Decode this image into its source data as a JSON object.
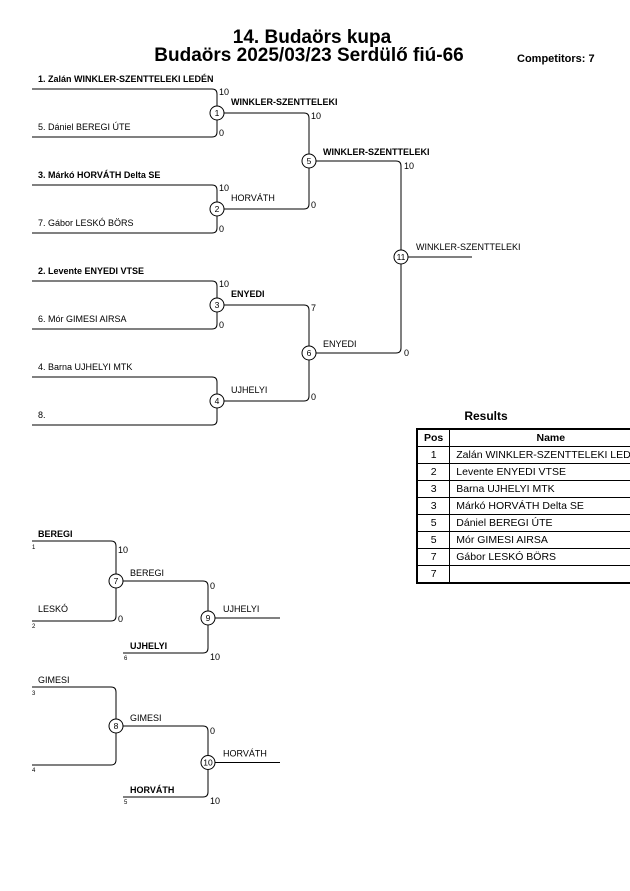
{
  "title": {
    "line1": "14. Budaörs kupa",
    "line2": "Budaörs 2025/03/23 Serdülő fiú-66",
    "competitors": "Competitors: 7"
  },
  "entrants": [
    "1. Zalán WINKLER-SZENTTELEKI LEDÉN",
    "5. Dániel BEREGI ÚTE",
    "3. Márkó HORVÁTH Delta SE",
    "7. Gábor LESKÓ BÖRS",
    "2. Levente ENYEDI VTSE",
    "6. Mór GIMESI AIRSA",
    "4. Barna UJHELYI MTK",
    "8."
  ],
  "main_matches": [
    {
      "num": "1",
      "winner": "WINKLER-SZENTTELEKI",
      "score_top": "10",
      "score_bottom": "0"
    },
    {
      "num": "2",
      "winner": "HORVÁTH",
      "score_top": "10",
      "score_bottom": "0"
    },
    {
      "num": "3",
      "winner": "ENYEDI",
      "score_top": "10",
      "score_bottom": "0"
    },
    {
      "num": "4",
      "winner": "UJHELYI",
      "score_top": "",
      "score_bottom": ""
    },
    {
      "num": "5",
      "winner": "WINKLER-SZENTTELEKI",
      "score_top": "10",
      "score_bottom": "0"
    },
    {
      "num": "6",
      "winner": "ENYEDI",
      "score_top": "7",
      "score_bottom": "0"
    },
    {
      "num": "11",
      "winner": "WINKLER-SZENTTELEKI",
      "score_top": "10",
      "score_bottom": "0"
    }
  ],
  "repechage": [
    {
      "top_name": "BEREGI",
      "top_seed": "1",
      "bottom_name": "LESKÓ",
      "bottom_seed": "2",
      "first_match": {
        "num": "7",
        "winner": "BEREGI",
        "score_top": "10",
        "score_bottom": "0"
      },
      "third_name": "UJHELYI",
      "third_seed": "6",
      "final_match": {
        "num": "9",
        "winner": "UJHELYI",
        "score_top": "0",
        "score_bottom": "10"
      }
    },
    {
      "top_name": "GIMESI",
      "top_seed": "3",
      "bottom_name": "",
      "bottom_seed": "4",
      "first_match": {
        "num": "8",
        "winner": "GIMESI",
        "score_top": "",
        "score_bottom": ""
      },
      "third_name": "HORVÁTH",
      "third_seed": "5",
      "final_match": {
        "num": "10",
        "winner": "HORVÁTH",
        "score_top": "0",
        "score_bottom": "10"
      }
    }
  ],
  "results": {
    "title": "Results",
    "headers": [
      "Pos",
      "Name"
    ],
    "rows": [
      {
        "pos": "1",
        "name": "Zalán WINKLER-SZENTTELEKI LEDÉN"
      },
      {
        "pos": "2",
        "name": "Levente ENYEDI VTSE"
      },
      {
        "pos": "3",
        "name": "Barna UJHELYI MTK"
      },
      {
        "pos": "3",
        "name": "Márkó HORVÁTH Delta SE"
      },
      {
        "pos": "5",
        "name": "Dániel BEREGI ÚTE"
      },
      {
        "pos": "5",
        "name": "Mór GIMESI AIRSA"
      },
      {
        "pos": "7",
        "name": "Gábor LESKÓ BÖRS"
      },
      {
        "pos": "7",
        "name": ""
      }
    ]
  }
}
